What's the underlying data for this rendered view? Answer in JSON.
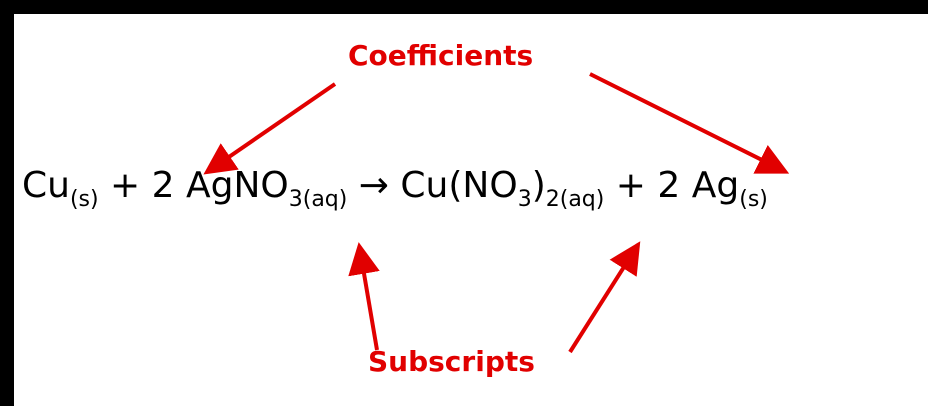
{
  "labels": {
    "coefficients": "Coefficients",
    "subscripts": "Subscripts"
  },
  "equation": {
    "cu": "Cu",
    "cu_state": "(s)",
    "plus1": " + ",
    "coef1": "2",
    "agno3": " AgNO",
    "agno3_sub": "3(aq)",
    "arrow": " → ",
    "cuno3": "Cu(NO",
    "cuno3_sub1": "3",
    "cuno3_close": ")",
    "cuno3_sub2": "2(aq)",
    "plus2": " + ",
    "coef2": "2",
    "ag": " Ag",
    "ag_state": "(s)"
  },
  "colors": {
    "annotation": "#e10000",
    "frame": "#000000"
  }
}
